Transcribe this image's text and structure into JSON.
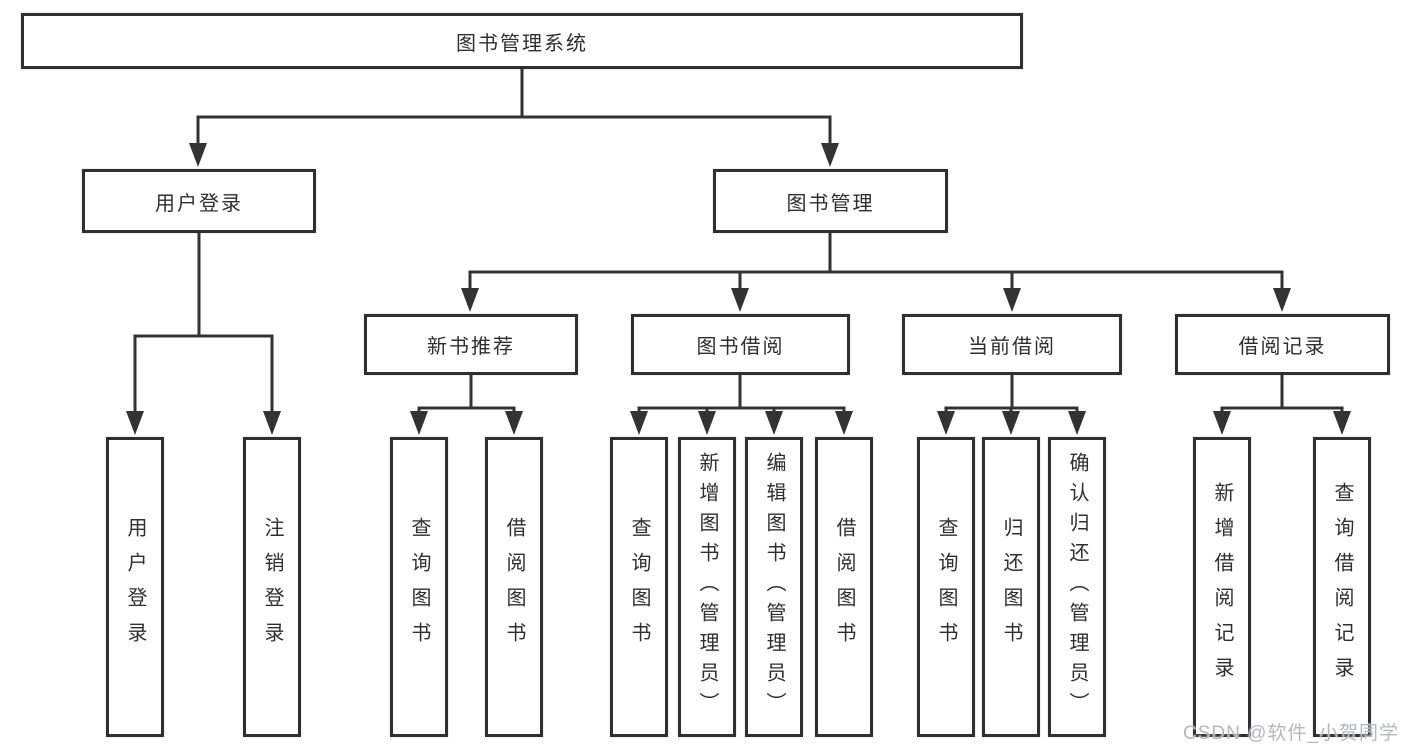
{
  "diagram": {
    "root": {
      "label": "图书管理系统"
    },
    "level2": [
      {
        "label": "用户登录"
      },
      {
        "label": "图书管理"
      }
    ],
    "level3": [
      {
        "label": "新书推荐"
      },
      {
        "label": "图书借阅"
      },
      {
        "label": "当前借阅"
      },
      {
        "label": "借阅记录"
      }
    ],
    "leaves": {
      "user_login": [
        "用户登录",
        "注销登录"
      ],
      "new_book_rec": [
        "查询图书",
        "借阅图书"
      ],
      "book_borrowing": [
        "查询图书",
        "新增图书（管理员）",
        "编辑图书（管理员）",
        "借阅图书"
      ],
      "current_borrowing": [
        "查询图书",
        "归还图书",
        "确认归还（管理员）"
      ],
      "borrowing_records": [
        "新增借阅记录",
        "查询借阅记录"
      ]
    }
  },
  "watermark": {
    "text": "CSDN @软件_小贺同学"
  },
  "colors": {
    "line": "#333333",
    "border": "#2f2f2f",
    "fill": "#ffffff",
    "text": "#2f2f2f",
    "watermark": "#b4b7bd"
  }
}
